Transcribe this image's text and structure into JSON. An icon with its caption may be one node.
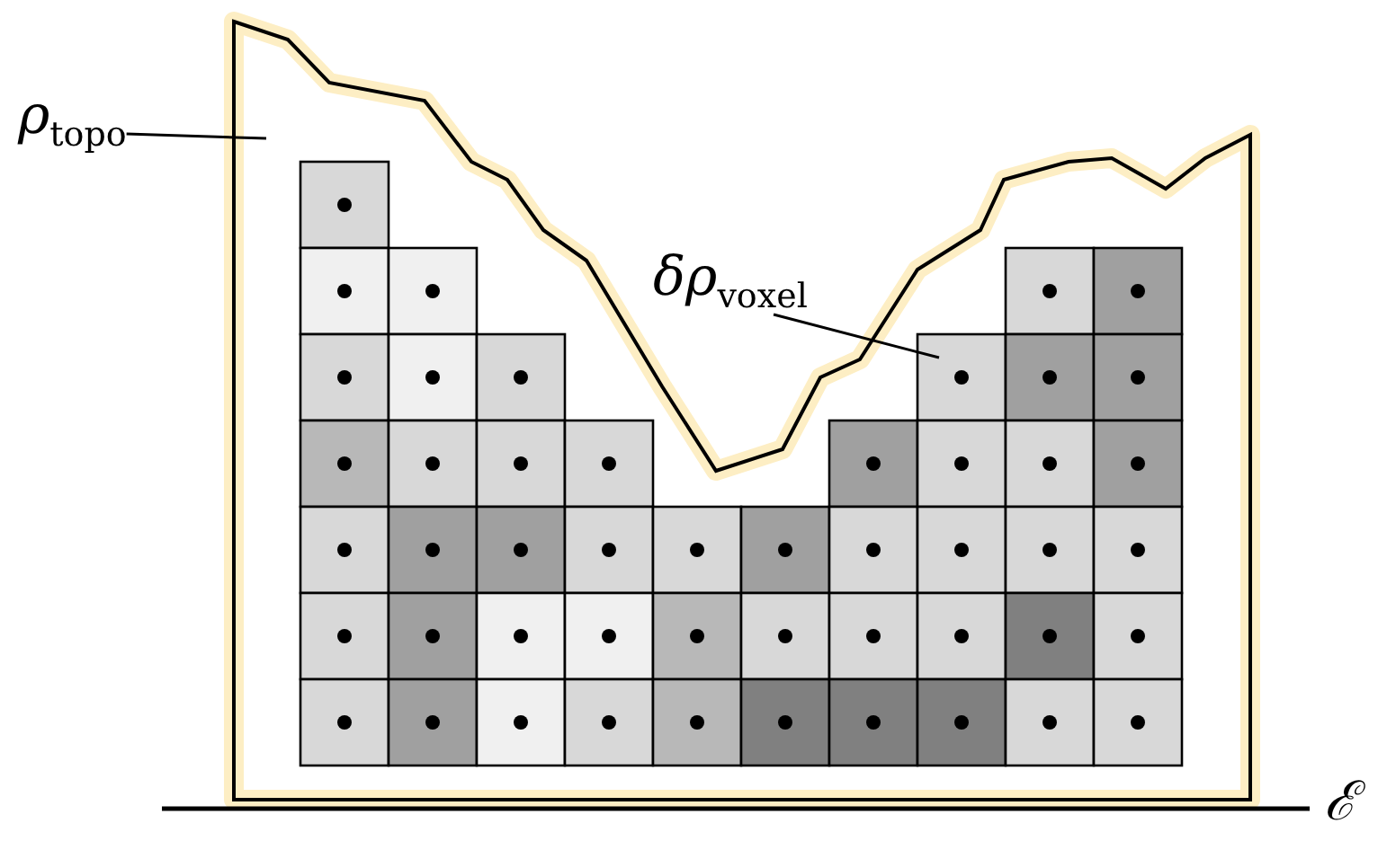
{
  "diagram": {
    "nodes": [
      {
        "text": [
          "ρ$_{topo}$"
        ]
      },
      {
        "text": [],
        "shape": "box"
      },
      {
        "text": [
          "δρ$_{voxel}$"
        ]
      },
      {
        "text": [],
        "shape": "box",
        "in": 1
      }
    ],
    "edges": [
      {
        "from": 0,
        "to": 1,
        "arrow": "none"
      },
      {
        "from": 2,
        "to": 3,
        "arrow": "none"
      }
    ],
    "labels": [
      "ℰ"
    ]
  }
}
